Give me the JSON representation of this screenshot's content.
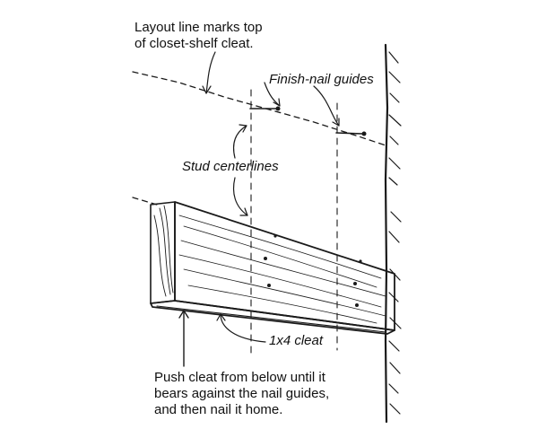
{
  "labels": {
    "layout_line": [
      "Layout line marks top",
      "of closet-shelf cleat."
    ],
    "finish_nail_guides": "Finish-nail guides",
    "stud_centerlines": "Stud centerlines",
    "cleat": "1x4 cleat",
    "push_instruction": [
      "Push cleat from below until it",
      "bears against the nail guides,",
      "and then nail it home."
    ]
  },
  "colors": {
    "ink": "#1a1a1a",
    "paper": "#ffffff"
  }
}
